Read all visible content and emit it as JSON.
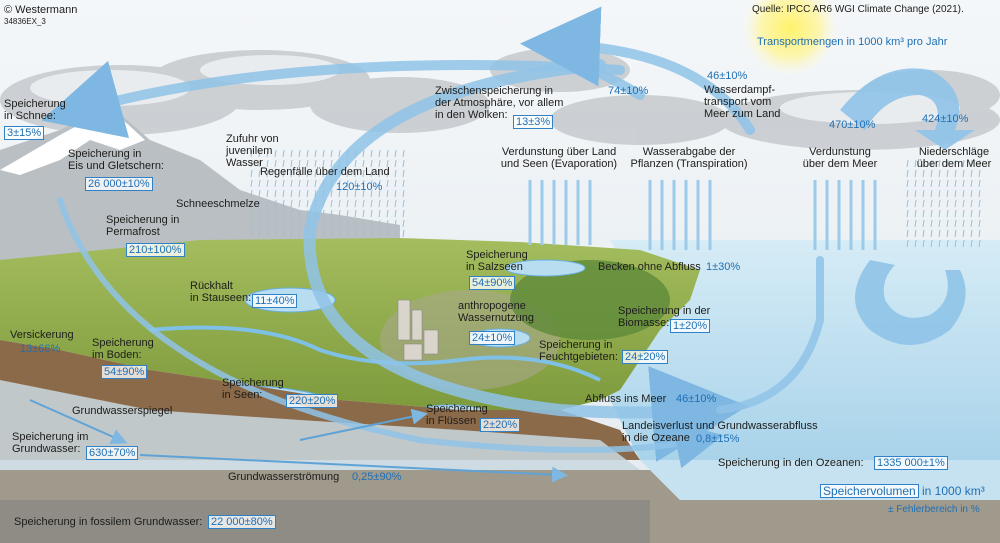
{
  "header": {
    "publisher": "© Westermann",
    "code": "34836EX_3",
    "source": "Quelle: IPCC AR6 WGI Climate Change (2021).",
    "transport_title": "Transportmengen in 1000 km³ pro Jahr"
  },
  "legend": {
    "storage_box": "Speichervolumen",
    "storage_unit": "in 1000 km³",
    "error_note": "± Fehlerbereich in %"
  },
  "storages": {
    "schnee": {
      "label": "Speicherung\nin Schnee:",
      "value": "3±15%"
    },
    "eis": {
      "label": "Speicherung in\nEis und Gletschern:",
      "value": "26 000±10%"
    },
    "permafrost": {
      "label": "Speicherung in\nPermafrost",
      "value": "210±100%"
    },
    "stauseen": {
      "label": "Rückhalt\nin Stauseen:",
      "value": "11±40%"
    },
    "boden": {
      "label": "Speicherung\nim Boden:",
      "value": "54±90%"
    },
    "seen": {
      "label": "Speicherung\nin Seen:",
      "value": "220±20%"
    },
    "grundwasser": {
      "label": "Speicherung im\nGrundwasser:",
      "value": "630±70%"
    },
    "fluesse": {
      "label": "Speicherung\nin Flüssen",
      "value": "2±20%"
    },
    "salzseen": {
      "label": "Speicherung\nin Salzseen",
      "value": "54±90%"
    },
    "atmosphaere": {
      "label": "Zwischenspeicherung in\nder Atmosphäre, vor allem\nin den Wolken:",
      "value": "13±3%"
    },
    "biomasse": {
      "label": "Speicherung in der\nBiomasse:",
      "value": "1±20%"
    },
    "feucht": {
      "label": "Speicherung in\nFeuchtgebieten:",
      "value": "24±20%"
    },
    "ozeane": {
      "label": "Speicherung in den Ozeanen:",
      "value": "1335 000±1%"
    },
    "fossil": {
      "label": "Speicherung in fossilem Grundwasser:",
      "value": "22 000±80%"
    }
  },
  "fluxes": {
    "juvenil": {
      "label": "Zufuhr von\njuvenilem\nWasser"
    },
    "regen_land": {
      "label": "Regenfälle über dem Land",
      "value": "120±10%"
    },
    "schneeschmelze": {
      "label": "Schneeschmelze"
    },
    "evaporation": {
      "label": "Verdunstung über Land\nund Seen (Evaporation)"
    },
    "transpiration": {
      "label": "Wasserabgabe der\nPflanzen (Transpiration)"
    },
    "landflux": {
      "value": "74±10%"
    },
    "meer_land": {
      "value": "46±10%",
      "label": "Wasserdampf-\ntransport vom\nMeer zum Land"
    },
    "verd_meer": {
      "label": "Verdunstung\nüber dem Meer",
      "value": "470±10%"
    },
    "nieder_meer": {
      "label": "Niederschläge\nüber dem Meer",
      "value": "424±10%"
    },
    "becken": {
      "label": "Becken ohne Abfluss",
      "value": "1±30%"
    },
    "anthropogen": {
      "label": "anthropogene\nWassernutzung",
      "value": "24±10%"
    },
    "versickerung": {
      "label": "Versickerung",
      "value": "13±66%"
    },
    "grundwasserspiegel": {
      "label": "Grundwasserspiegel"
    },
    "abfluss_meer": {
      "label": "Abfluss ins Meer",
      "value": "46±10%"
    },
    "landeis": {
      "label": "Landeisverlust und Grundwasserabfluss\nin die Ozeane",
      "value": "0,8±15%"
    },
    "gw_stroemung": {
      "label": "Grundwasserströmung",
      "value": "0,25±90%"
    }
  },
  "colors": {
    "flow": "#8fc3e8",
    "flow_dark": "#4a98d3",
    "value_text": "#1f6fb5",
    "sky": "#eef3f6",
    "ocean": "#bfe0f0",
    "land": "#8fae4a",
    "sun": "#fff36b"
  }
}
